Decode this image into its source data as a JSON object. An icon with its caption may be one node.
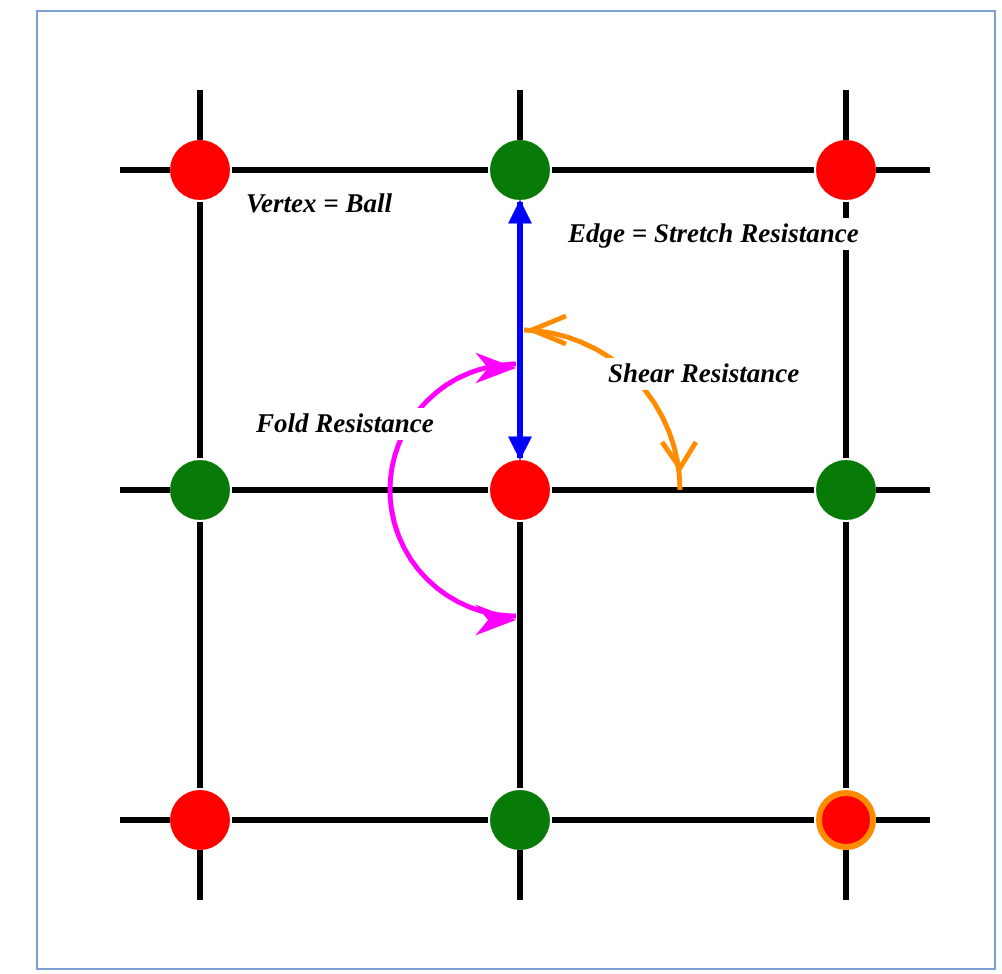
{
  "diagram": {
    "nodes": [
      {
        "text": [],
        "shape": "circle"
      },
      {
        "text": [],
        "shape": "circle"
      },
      {
        "text": [],
        "shape": "circle"
      },
      {
        "text": [],
        "shape": "circle"
      },
      {
        "text": [],
        "shape": "circle"
      },
      {
        "text": [],
        "shape": "circle"
      },
      {
        "text": [],
        "shape": "circle"
      },
      {
        "text": [],
        "shape": "circle"
      },
      {
        "text": [],
        "shape": "circle"
      }
    ],
    "edges": [
      {
        "from": 0,
        "to": 1,
        "arrow": "none"
      },
      {
        "from": 1,
        "to": 2,
        "arrow": "none"
      },
      {
        "from": 3,
        "to": 4,
        "arrow": "none"
      },
      {
        "from": 4,
        "to": 5,
        "arrow": "none"
      },
      {
        "from": 6,
        "to": 7,
        "arrow": "none"
      },
      {
        "from": 7,
        "to": 8,
        "arrow": "none"
      },
      {
        "from": 0,
        "to": 3,
        "arrow": "none"
      },
      {
        "from": 3,
        "to": 6,
        "arrow": "none"
      },
      {
        "from": 1,
        "to": 4,
        "arrow": "both",
        "color": "#0000ff"
      },
      {
        "from": 4,
        "to": 7,
        "arrow": "none"
      },
      {
        "from": 2,
        "to": 5,
        "arrow": "none"
      },
      {
        "from": 5,
        "to": 8,
        "arrow": "none"
      }
    ],
    "labels": [
      "Vertex = Ball",
      "Edge = Stretch Resistance",
      "Shear Resistance",
      "Fold Resistance"
    ]
  }
}
